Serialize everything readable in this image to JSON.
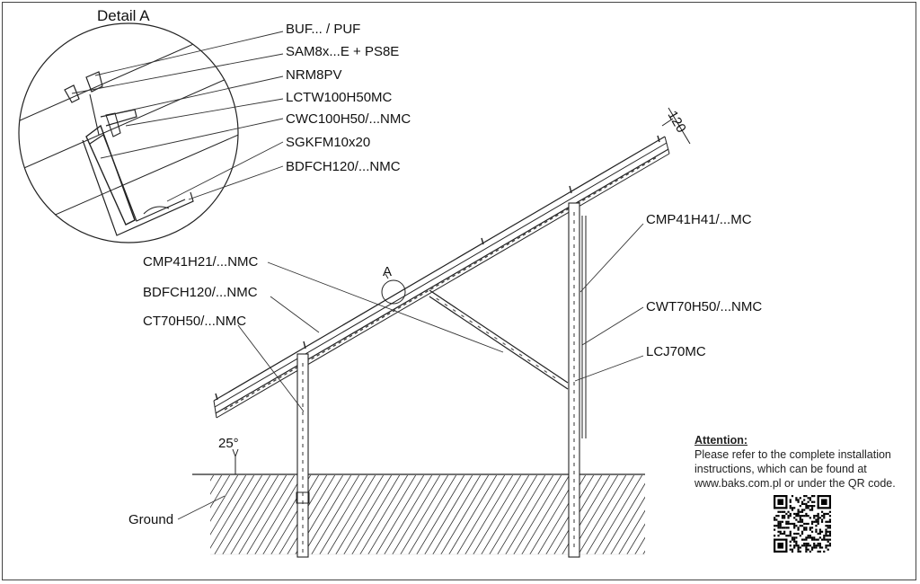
{
  "detail": {
    "title": "Detail A",
    "labels": [
      "BUF... / PUF",
      "SAM8x...E + PS8E",
      "NRM8PV",
      "LCTW100H50MC",
      "CWC100H50/...NMC",
      "SGKFM10x20",
      "BDFCH120/...NMC"
    ]
  },
  "main": {
    "callout_a": "A",
    "angle": "25°",
    "dimension": "120",
    "ground": "Ground",
    "left_labels": [
      "CMP41H21/...NMC",
      "BDFCH120/...NMC",
      "CT70H50/...NMC"
    ],
    "right_labels": [
      "CMP41H41/...MC",
      "CWT70H50/...NMC",
      "LCJ70MC"
    ]
  },
  "attention": {
    "heading": "Attention:",
    "text": "Please refer to the complete installation instructions, which can be found at www.baks.com.pl or under the QR code."
  }
}
